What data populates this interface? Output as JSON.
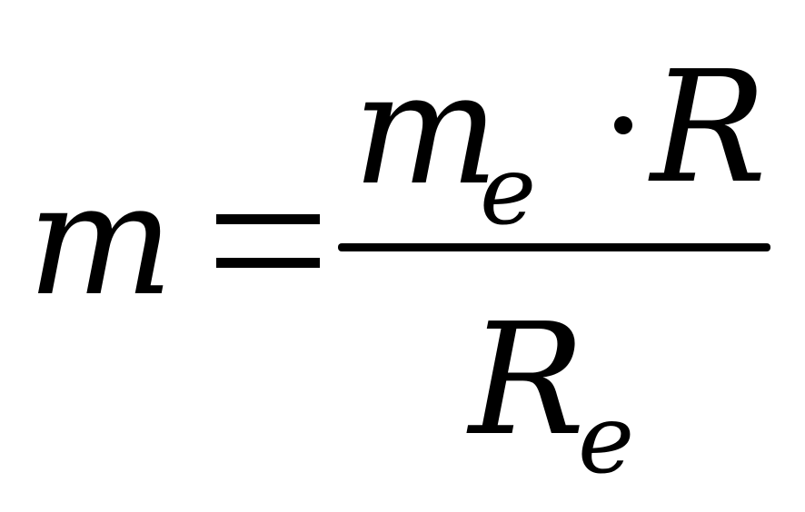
{
  "formula": {
    "lhs": "m",
    "equals": "=",
    "numerator": {
      "base": "m",
      "subscript": "e",
      "operator": "·",
      "factor": "R"
    },
    "denominator": {
      "base": "R",
      "subscript": "e"
    }
  }
}
